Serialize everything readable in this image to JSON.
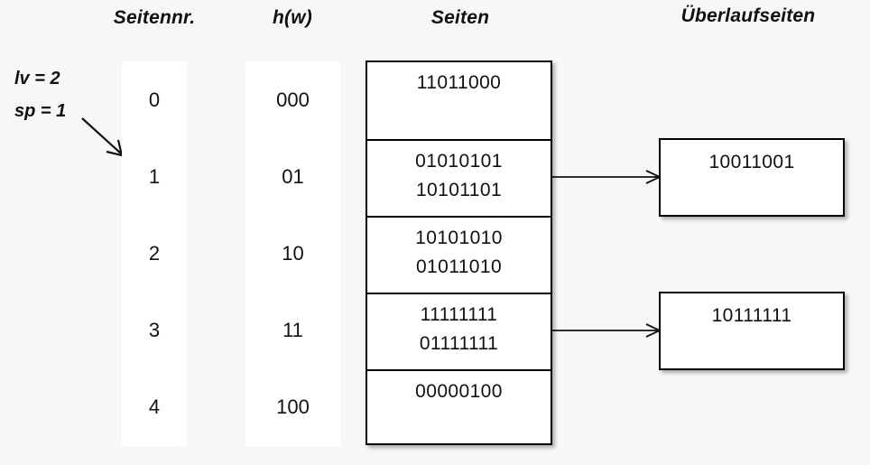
{
  "headers": {
    "seitennr": "Seitennr.",
    "hw": "h(w)",
    "seiten": "Seiten",
    "ueberlaufseiten": "Überlaufseiten"
  },
  "params": {
    "lv": "lv = 2",
    "sp": "sp = 1",
    "arrow_icon": "diagonal-arrow-icon"
  },
  "directory": {
    "page_numbers": [
      "0",
      "1",
      "2",
      "3",
      "4"
    ],
    "hash_values": [
      "000",
      "01",
      "10",
      "11",
      "100"
    ]
  },
  "pages": [
    {
      "entries": [
        "11011000"
      ]
    },
    {
      "entries": [
        "01010101",
        "10101101"
      ]
    },
    {
      "entries": [
        "10101010",
        "01011010"
      ]
    },
    {
      "entries": [
        "11111111",
        "01111111"
      ]
    },
    {
      "entries": [
        "00000100"
      ]
    }
  ],
  "overflow_pages": [
    {
      "entries": [
        "10011001"
      ],
      "from_page": "1"
    },
    {
      "entries": [
        "10111111"
      ],
      "from_page": "3"
    }
  ],
  "connectors": [
    {
      "icon": "arrow-right-icon",
      "from": "page-row-1",
      "to": "overflow-page-0"
    },
    {
      "icon": "arrow-right-icon",
      "from": "page-row-3",
      "to": "overflow-page-1"
    }
  ],
  "colors": {
    "background": "#f7f7f7",
    "surface": "#ffffff",
    "stroke": "#000000",
    "text": "#111111"
  }
}
